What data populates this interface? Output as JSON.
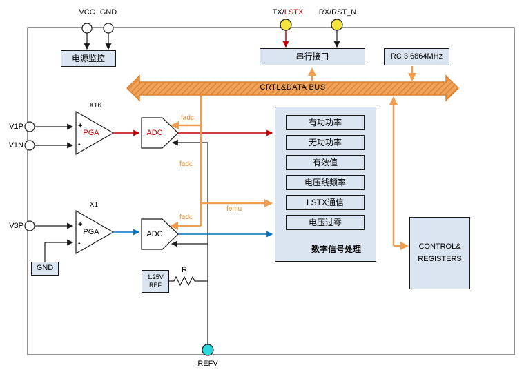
{
  "colors": {
    "box_fill": "#dbe5f1",
    "bus_orange": "#f2a45c",
    "bus_stripe": "#dd8b3e",
    "bus_border": "#d9822f",
    "line_orange": "#f09d4f",
    "line_red": "#c00000",
    "line_blue": "#0070c0",
    "pin_yellow": "#f3e33d",
    "pin_cyan": "#2fd8dc",
    "signal_label": "#e2892f",
    "wire_black": "#1a1a1a"
  },
  "pins": {
    "vcc": {
      "label": "VCC"
    },
    "gnd": {
      "label": "GND"
    },
    "tx": {
      "label_black": "TX/",
      "label_red": "LSTX"
    },
    "rx": {
      "label": "RX/RST_N"
    },
    "v1p": {
      "label": "V1P"
    },
    "v1n": {
      "label": "V1N"
    },
    "v3p": {
      "label": "V3P"
    },
    "refv": {
      "label": "REFV"
    }
  },
  "blocks": {
    "power_monitor": {
      "label": "电源监控"
    },
    "serial_interface": {
      "label": "串行接口"
    },
    "rc_osc": {
      "label": "RC 3.6864MHz"
    },
    "bus": {
      "label": "CRTL&DATA BUS"
    },
    "pga1": {
      "gain": "X16",
      "label": "PGA",
      "plus": "+",
      "minus": "-"
    },
    "pga2": {
      "gain": "X1",
      "label": "PGA",
      "plus": "+",
      "minus": "-"
    },
    "adc1": {
      "label": "ADC"
    },
    "adc2": {
      "label": "ADC"
    },
    "gnd_box": {
      "label": "GND"
    },
    "vref": {
      "line1": "1.25V",
      "line2": "REF",
      "resistor": "R"
    },
    "dsp": {
      "title": "数字信号处理",
      "items": [
        {
          "label": "有功功率"
        },
        {
          "label": "无功功率"
        },
        {
          "label": "有效值"
        },
        {
          "label": "电压线频率"
        },
        {
          "label": "LSTX通信"
        },
        {
          "label": "电压过零"
        }
      ]
    },
    "control_registers": {
      "line1": "CONTROL&",
      "line2": "REGISTERS"
    }
  },
  "signals": {
    "fadc_top": "fadc",
    "fadc_mid": "fadc",
    "fadc_bottom": "fadc",
    "femu": "femu"
  }
}
